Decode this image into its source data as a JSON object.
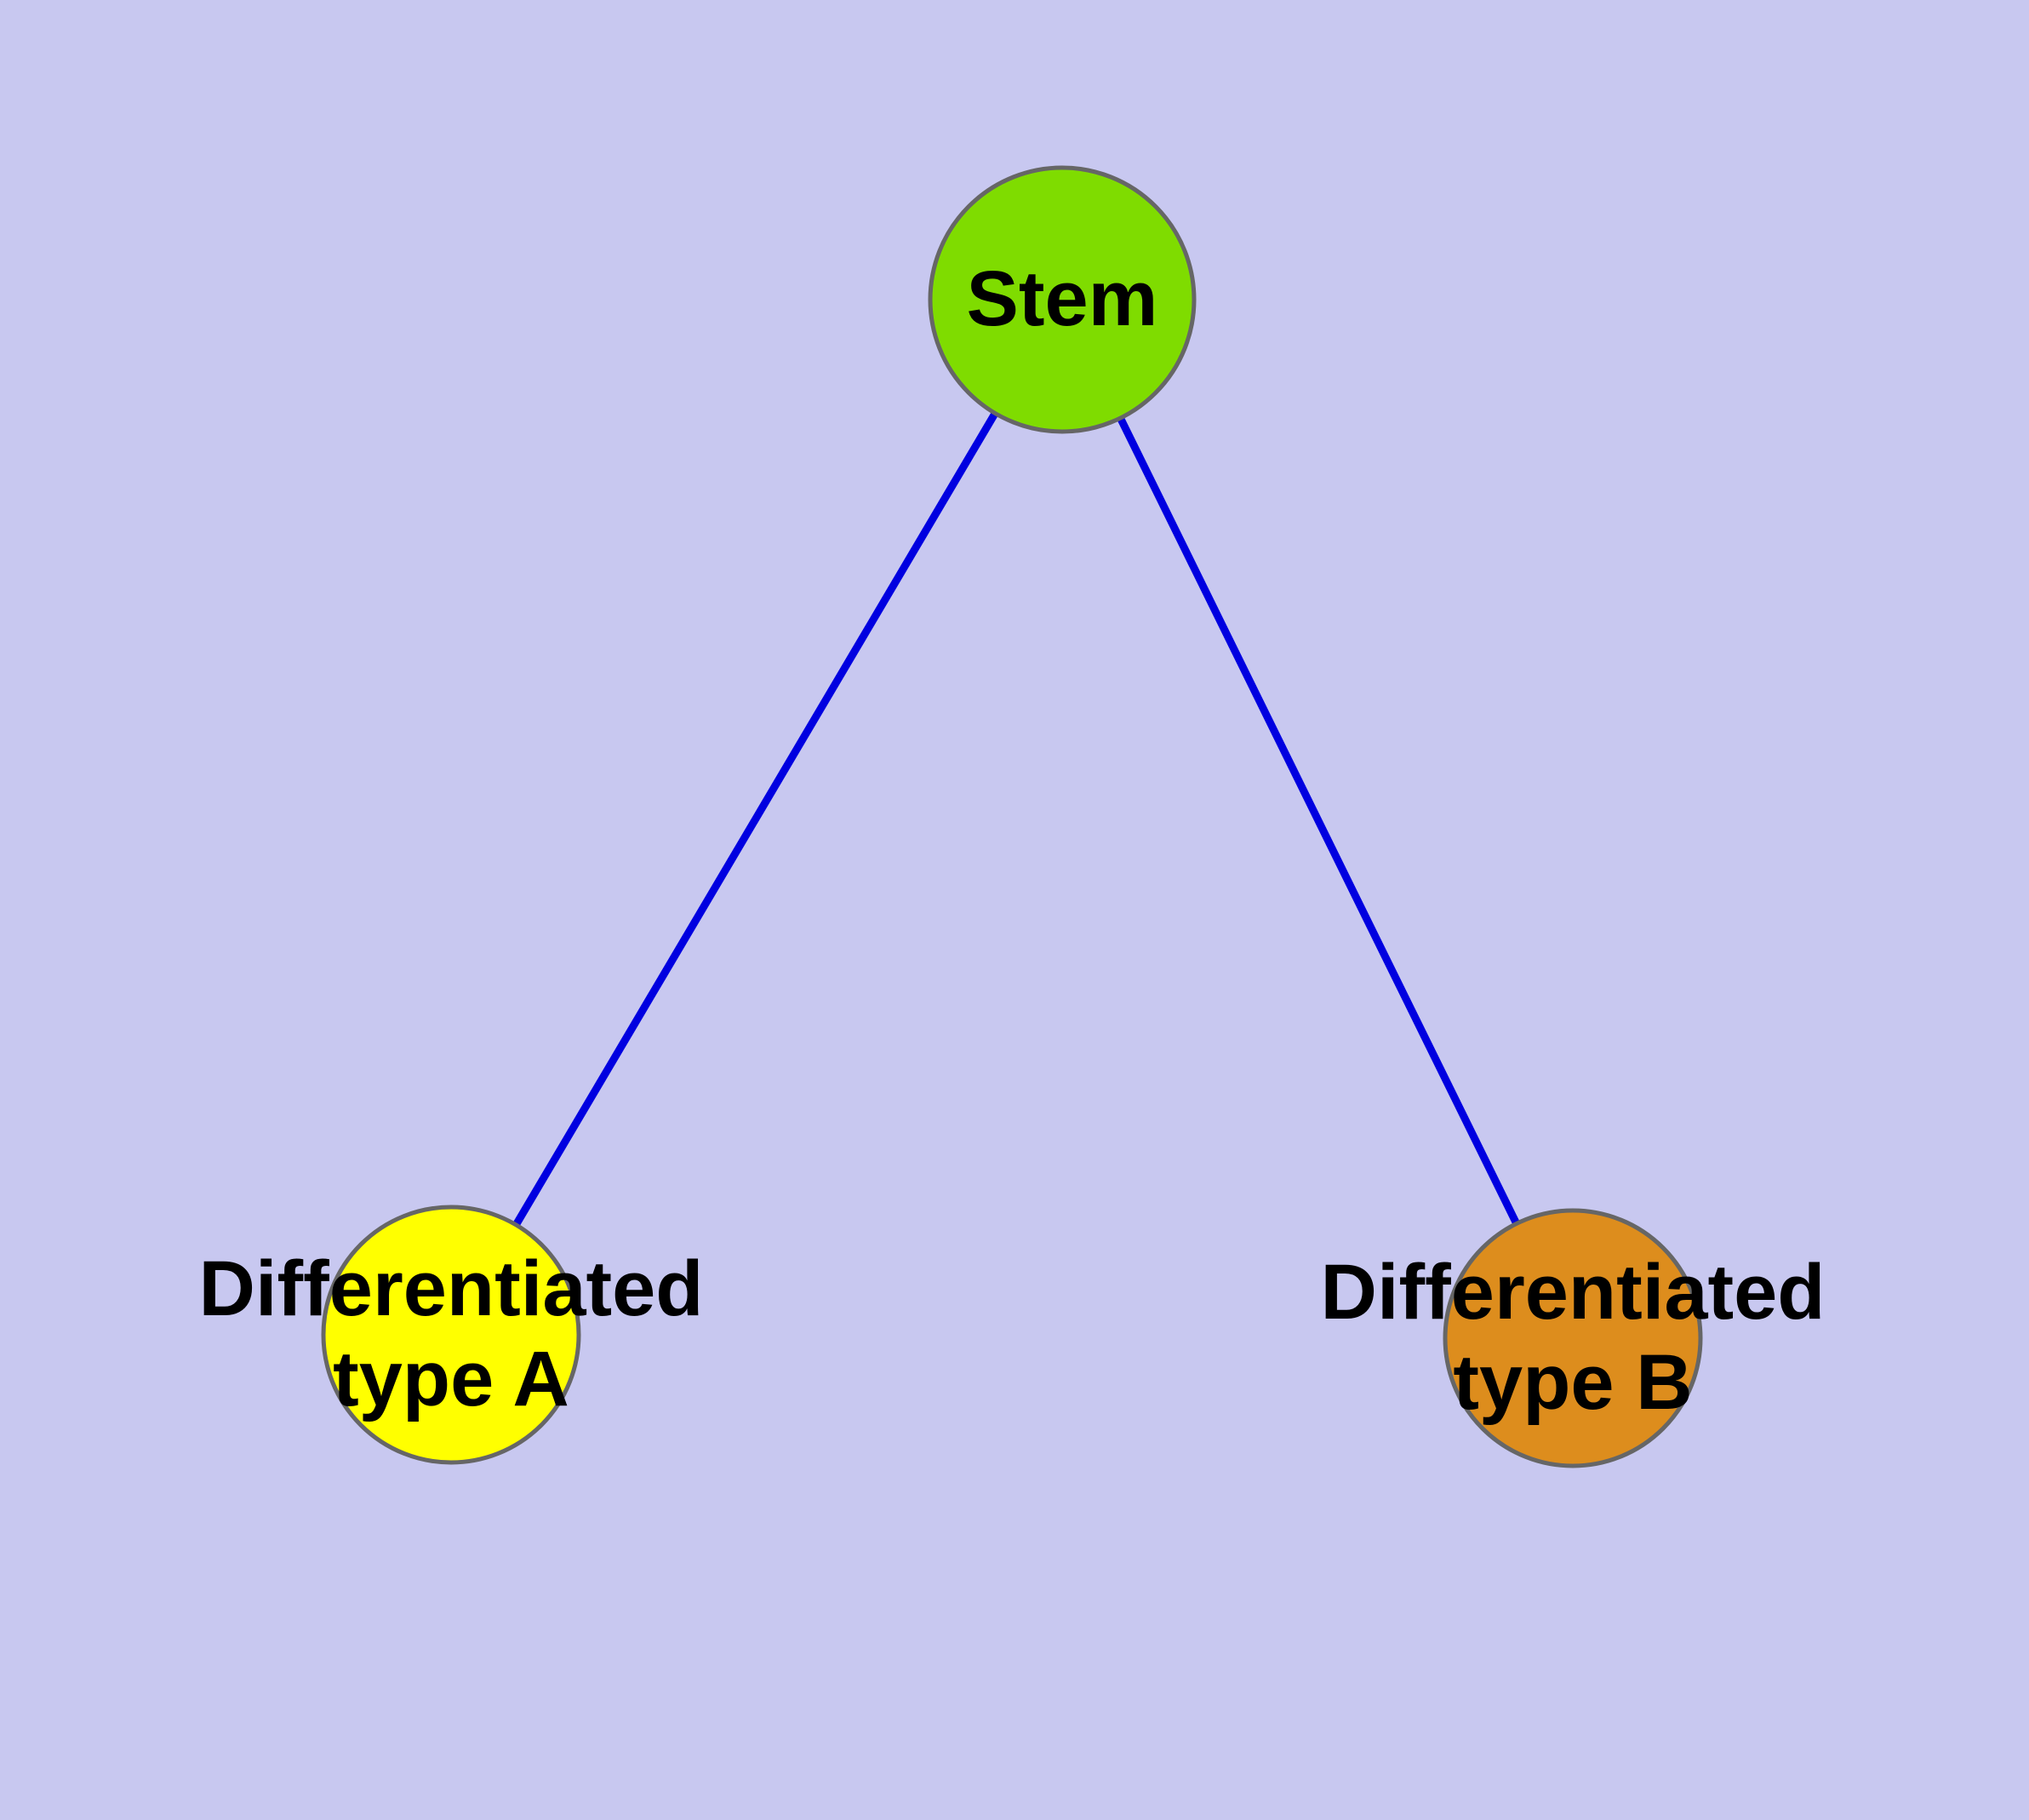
{
  "diagram": {
    "type": "node-link-graph",
    "background_color": "#c8c8f0",
    "edge_color": "#0000e0",
    "node_border_color": "#666666",
    "nodes": [
      {
        "id": "stem",
        "label": "Stem",
        "color": "#7fdc00"
      },
      {
        "id": "differentiated-type-a",
        "label": "Differentiated type A",
        "color": "#ffff00"
      },
      {
        "id": "differentiated-type-b",
        "label": "Differentiated type B",
        "color": "#dd8d1d"
      }
    ],
    "edges": [
      {
        "from": "stem",
        "to": "differentiated-type-a"
      },
      {
        "from": "stem",
        "to": "differentiated-type-b"
      }
    ]
  }
}
